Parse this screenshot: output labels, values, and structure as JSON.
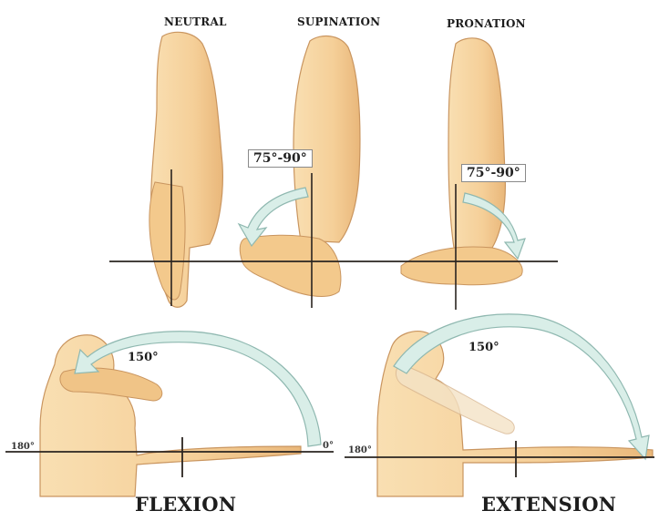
{
  "headings": {
    "neutral": "NEUTRAL",
    "supination": "SUPINATION",
    "pronation": "PRONATION"
  },
  "forearm_rotation": {
    "supination_range": "75°-90°",
    "pronation_range": "75°-90°"
  },
  "shoulder": {
    "flexion_label": "FLEXION",
    "extension_label": "EXTENSION",
    "flexion_angle": "150°",
    "extension_angle": "150°",
    "flexion_start": "180°",
    "flexion_end": "0°",
    "extension_start": "180°"
  },
  "colors": {
    "skin": "#f6d29c",
    "skin_shadow": "#e2ae6f",
    "outline": "#c49060",
    "arrow_fill": "#d9eee8",
    "arrow_stroke": "#8fb8b0",
    "line": "#2a2420"
  }
}
